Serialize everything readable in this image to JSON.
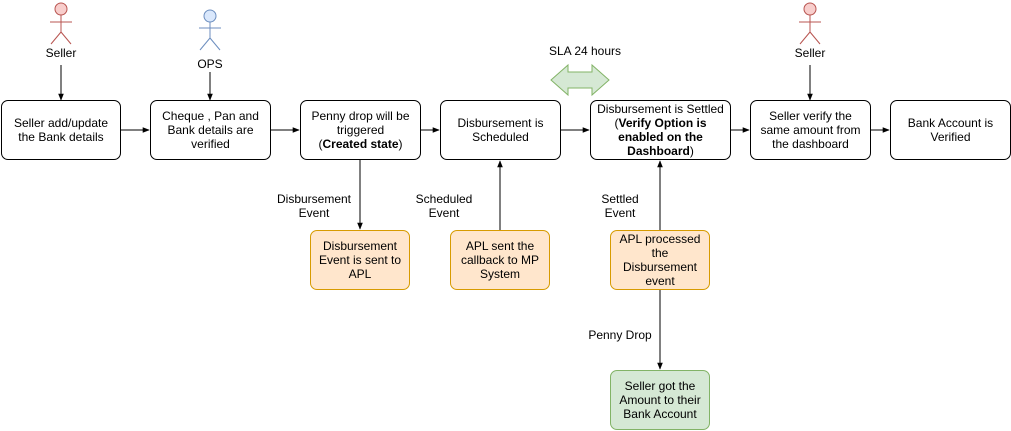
{
  "actors": {
    "seller_left": "Seller",
    "ops": "OPS",
    "seller_right": "Seller"
  },
  "sla_label": "SLA 24 hours",
  "steps": {
    "add_bank": "Seller add/update the Bank details",
    "verified": "Cheque , Pan and Bank details are verified",
    "penny_line1": "Penny drop will be triggered",
    "penny_open": "(",
    "penny_bold": "Created state",
    "penny_close": ")",
    "scheduled": "Disbursement is Scheduled",
    "settled_line1": "Disbursement is Settled",
    "settled_open": "(",
    "settled_bold": "Verify Option is enabled on the Dashboard",
    "settled_close": ")",
    "seller_verify": "Seller verify the same amount from the dashboard",
    "bank_verified": "Bank Account is Verified"
  },
  "events": {
    "disb_event_label": "Disbursement\nEvent",
    "disb_event_box": "Disbursement Event is sent to APL",
    "sched_event_label": "Scheduled\nEvent",
    "apl_callback_box": "APL sent the callback to MP System",
    "settled_event_label": "Settled\nEvent",
    "apl_processed_box": "APL processed the Disbursement event",
    "penny_drop_label": "Penny Drop",
    "amount_box": "Seller got the Amount to their Bank Account"
  },
  "colors": {
    "seller_actor": "#b85450",
    "seller_fill": "#f8cecc",
    "ops_actor": "#6c8ebf",
    "ops_fill": "#dae8fc",
    "event_fill": "#ffe6cc",
    "event_stroke": "#d79b00",
    "result_fill": "#d5e8d4",
    "result_stroke": "#82b366",
    "sla_arrow": "#82b366"
  }
}
